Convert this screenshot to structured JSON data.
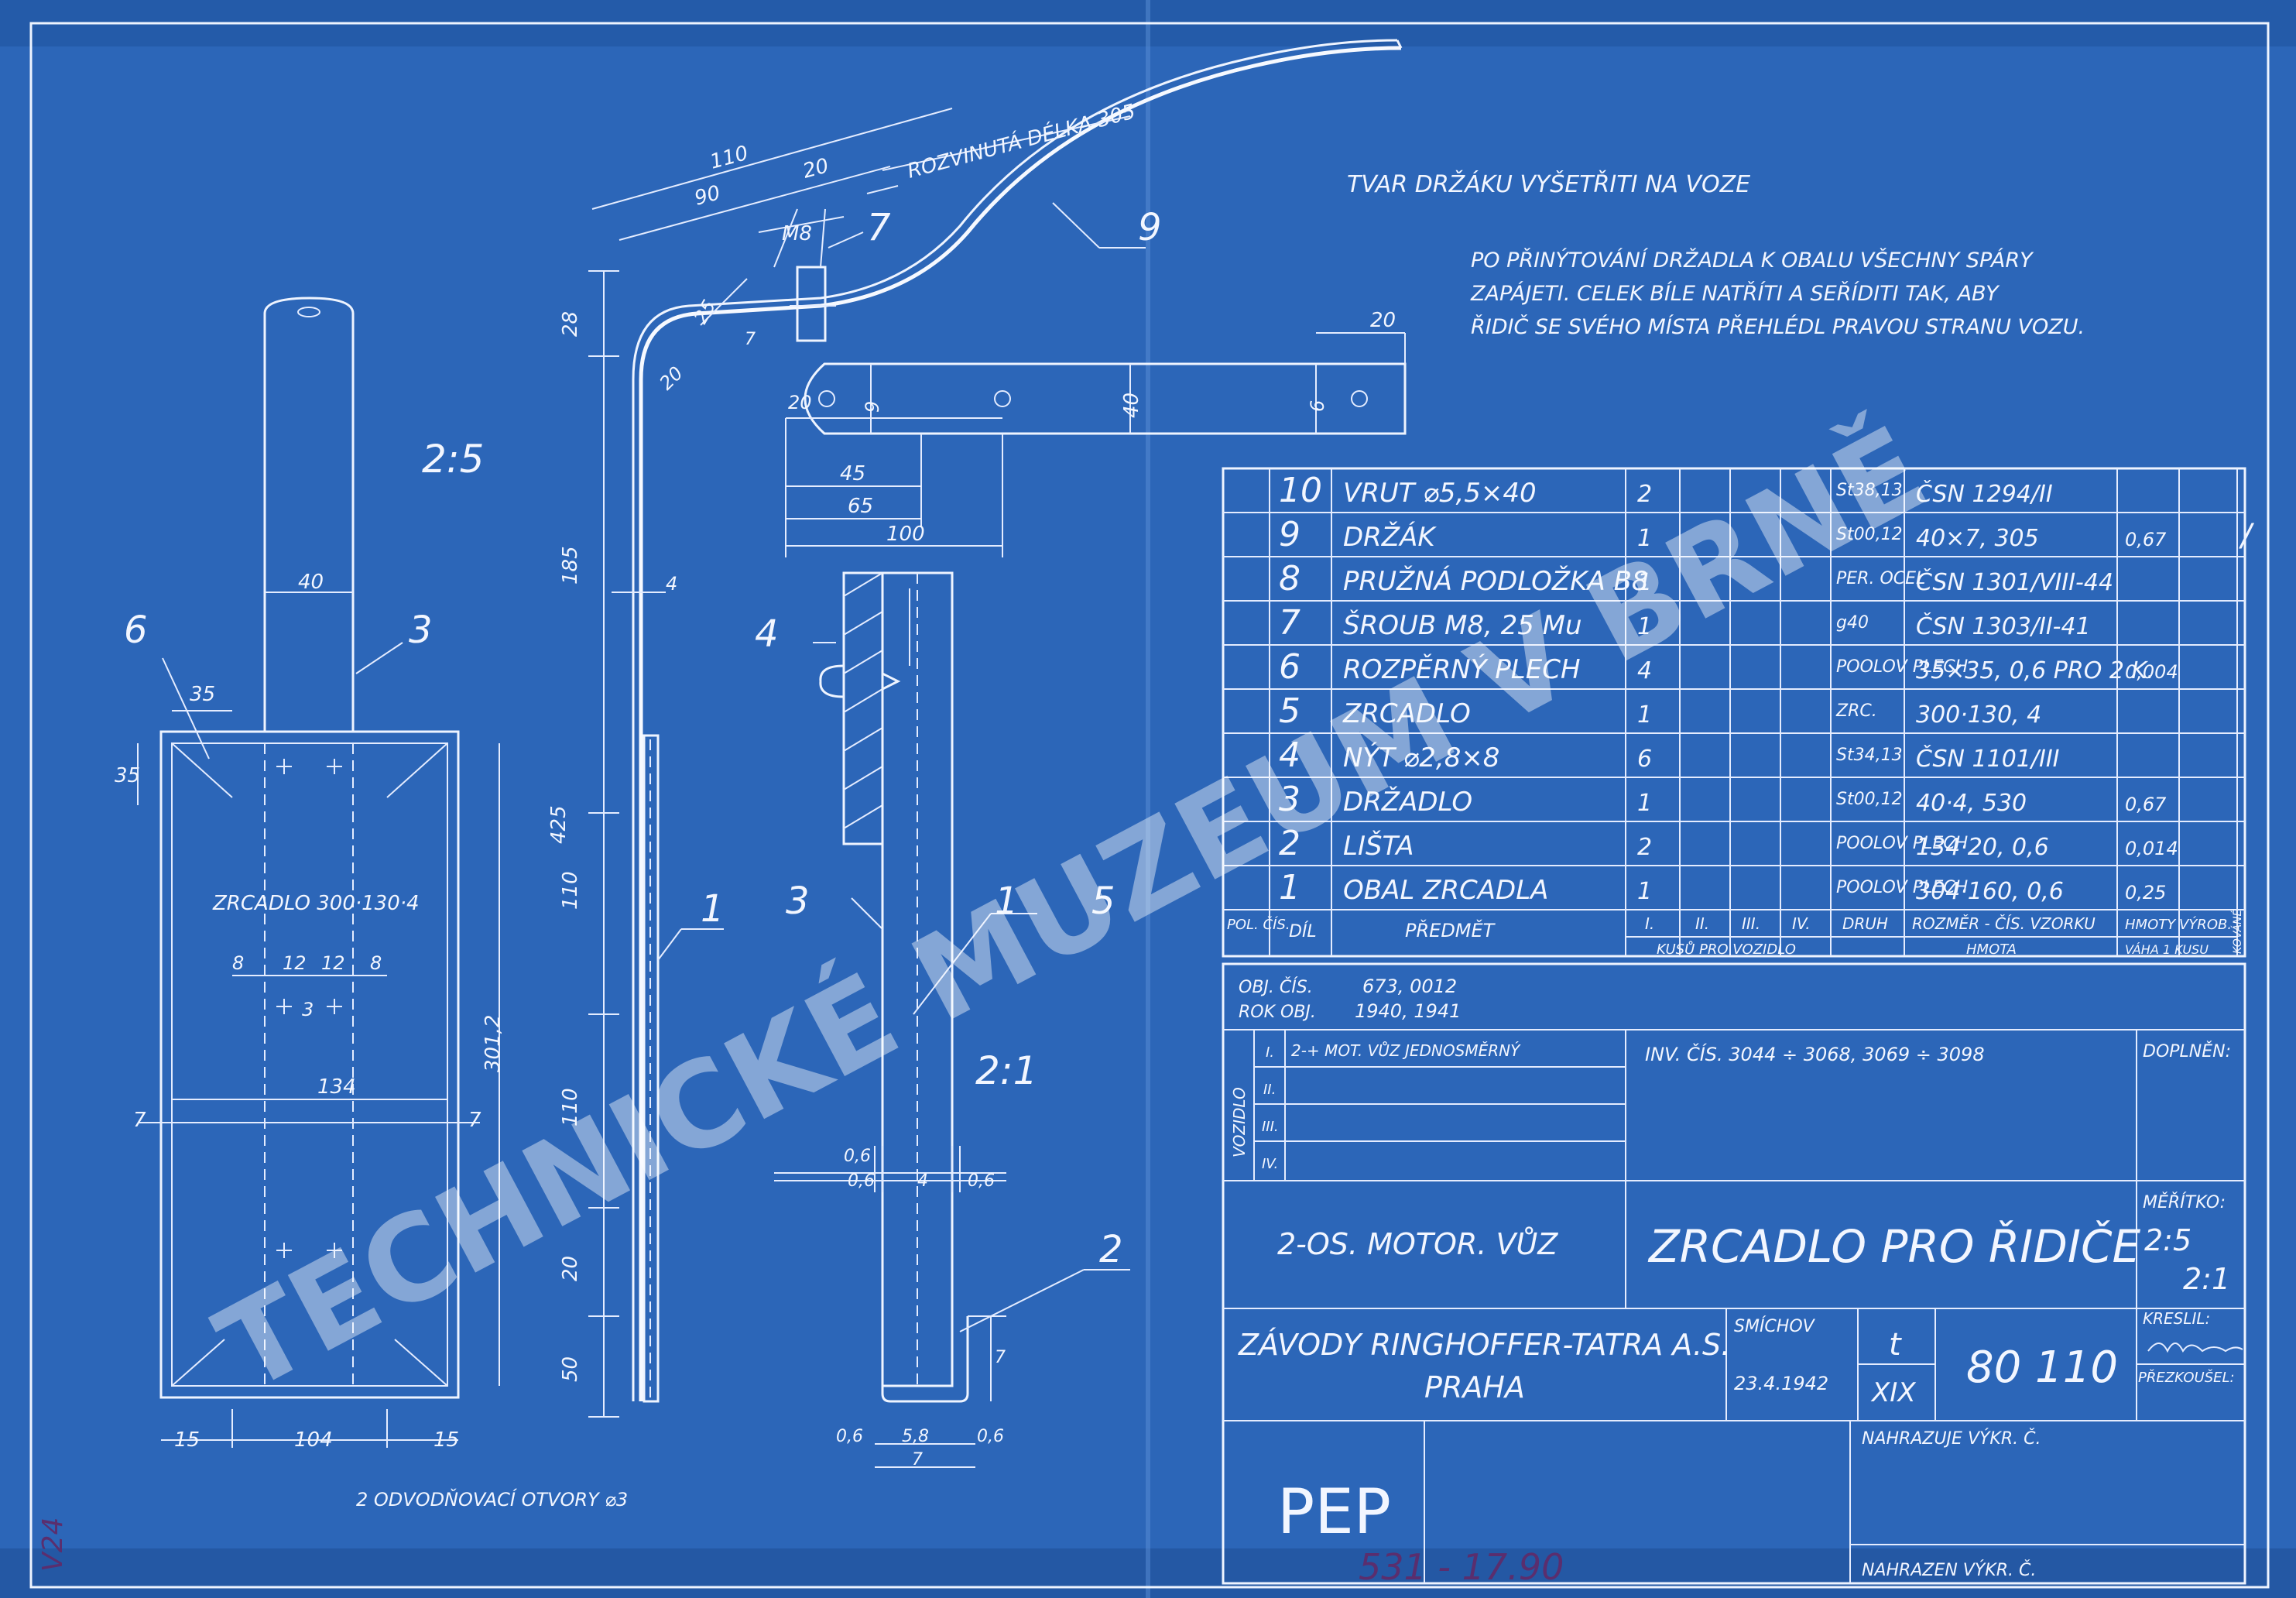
{
  "watermark": "TECHNICKÉ MUZEUM V BRNĚ",
  "notes": {
    "shape": "TVAR DRŽÁKU VYŠETŘITI NA VOZE",
    "line1": "PO PŘINÝTOVÁNÍ DRŽADLA K OBALU VŠECHNY SPÁRY",
    "line2": "ZAPÁJETI. CELEK BÍLE NATŘÍTI A SEŘÍDITI TAK, ABY",
    "line3": "ŘIDIČ SE SVÉHO MÍSTA PŘEHLÉDL PRAVOU STRANU VOZU."
  },
  "drawing": {
    "scale_front": "2:5",
    "scale_section": "2:1",
    "mirror_label": "ZRCADLO 300·130·4",
    "drain_note": "2 ODVODŇOVACÍ OTVORY ⌀3",
    "unrolled": "ROZVINUTÁ DÉLKA 305",
    "bolt": "M8",
    "callouts": [
      "6",
      "3",
      "4",
      "3",
      "1",
      "1",
      "5",
      "2",
      "7",
      "9"
    ],
    "dims_front": [
      "40",
      "35",
      "35",
      "8",
      "12",
      "12",
      "8",
      "3",
      "134",
      "7",
      "7",
      "15",
      "104",
      "15",
      "301,2"
    ],
    "dims_side": [
      "28",
      "185",
      "425",
      "110",
      "110",
      "20",
      "50",
      "4",
      "25",
      "7",
      "20"
    ],
    "dims_bracket": [
      "110",
      "90",
      "20",
      "20",
      "9",
      "40",
      "6",
      "20",
      "45",
      "65",
      "100"
    ],
    "dims_section": [
      "0,6",
      "0,6",
      "4",
      "0,6",
      "0,6",
      "5,8",
      "0,6",
      "7",
      "7"
    ]
  },
  "parts_table": {
    "rows": [
      {
        "pos": "10",
        "name": "VRUT ⌀5,5×40",
        "qty": "2",
        "material": "St38,13",
        "size": "ČSN 1294/II",
        "weight": "",
        "extra": ""
      },
      {
        "pos": "9",
        "name": "DRŽÁK",
        "qty": "1",
        "material": "St00,12",
        "size": "40×7, 305",
        "weight": "0,67",
        "extra": "/"
      },
      {
        "pos": "8",
        "name": "PRUŽNÁ PODLOŽKA B8",
        "qty": "1",
        "material": "PER. OCEL",
        "size": "ČSN 1301/VIII-44",
        "weight": "",
        "extra": ""
      },
      {
        "pos": "7",
        "name": "ŠROUB M8, 25 Mu",
        "qty": "1",
        "material": "g40",
        "size": "ČSN 1303/II-41",
        "weight": "",
        "extra": ""
      },
      {
        "pos": "6",
        "name": "ROZPĚRNÝ PLECH",
        "qty": "4",
        "material": "POOLOV PLECH",
        "size": "35×35, 0,6 PRO 2 K.",
        "weight": "0,004",
        "extra": ""
      },
      {
        "pos": "5",
        "name": "ZRCADLO",
        "qty": "1",
        "material": "ZRC.",
        "size": "300·130, 4",
        "weight": "",
        "extra": ""
      },
      {
        "pos": "4",
        "name": "NÝT ⌀2,8×8",
        "qty": "6",
        "material": "St34,13",
        "size": "ČSN 1101/III",
        "weight": "",
        "extra": ""
      },
      {
        "pos": "3",
        "name": "DRŽADLO",
        "qty": "1",
        "material": "St00,12",
        "size": "40·4, 530",
        "weight": "0,67",
        "extra": ""
      },
      {
        "pos": "2",
        "name": "LIŠTA",
        "qty": "2",
        "material": "POOLOV PLECH",
        "size": "134·20, 0,6",
        "weight": "0,014",
        "extra": ""
      },
      {
        "pos": "1",
        "name": "OBAL ZRCADLA",
        "qty": "1",
        "material": "POOLOV PLECH",
        "size": "304·160, 0,6",
        "weight": "0,25",
        "extra": ""
      }
    ],
    "header": {
      "pos": "POL. ČÍS.",
      "dil": "DÍL",
      "predmet": "PŘEDMĚT",
      "c1": "I.",
      "c2": "II.",
      "c3": "III.",
      "c4": "IV.",
      "druh": "DRUH",
      "rozmer": "ROZMĚR - ČÍS. VZORKU",
      "hmoty": "HMOTY",
      "vyrob": "VÝROB.",
      "kusu": "KUSŮ PRO VOZIDLO",
      "hmota": "HMOTA",
      "vaha": "VÁHA 1 KUSU",
      "kovane": "KOVÁNÉ"
    }
  },
  "title_block": {
    "obj_label": "OBJ. ČÍS.",
    "obj_value": "673, 0012",
    "rok_label": "ROK OBJ.",
    "rok_value": "1940, 1941",
    "vozidlo_label": "VOZIDLO",
    "vozidlo_rows": [
      "I.",
      "II.",
      "III.",
      "IV."
    ],
    "vozidlo_1": "2-+ MOT. VŮZ JEDNOSMĚRNÝ",
    "inv": "INV. ČÍS. 3044 ÷ 3068, 3069 ÷ 3098",
    "doplnen": "DOPLNĚN:",
    "vehicle": "2-OS. MOTOR. VŮZ",
    "title": "ZRCADLO PRO ŘIDIČE",
    "meritko": "MĚŘÍTKO:",
    "scale1": "2:5",
    "scale2": "2:1",
    "company1": "ZÁVODY RINGHOFFER-TATRA A.S.",
    "company2": "PRAHA",
    "place": "SMÍCHOV",
    "date": "23.4.1942",
    "class_t": "t",
    "class_xix": "XIX",
    "drawing_no": "80 110",
    "kreslil": "KRESLIL:",
    "prezkousel": "PŘEZKOUŠEL:",
    "nahrazuje": "NAHRAZUJE VÝKR. Č.",
    "nahrazen": "NAHRAZEN VÝKR. Č.",
    "pep": "PEP",
    "pencil_no": "531 - 17.90",
    "margin_mark": "V24"
  }
}
